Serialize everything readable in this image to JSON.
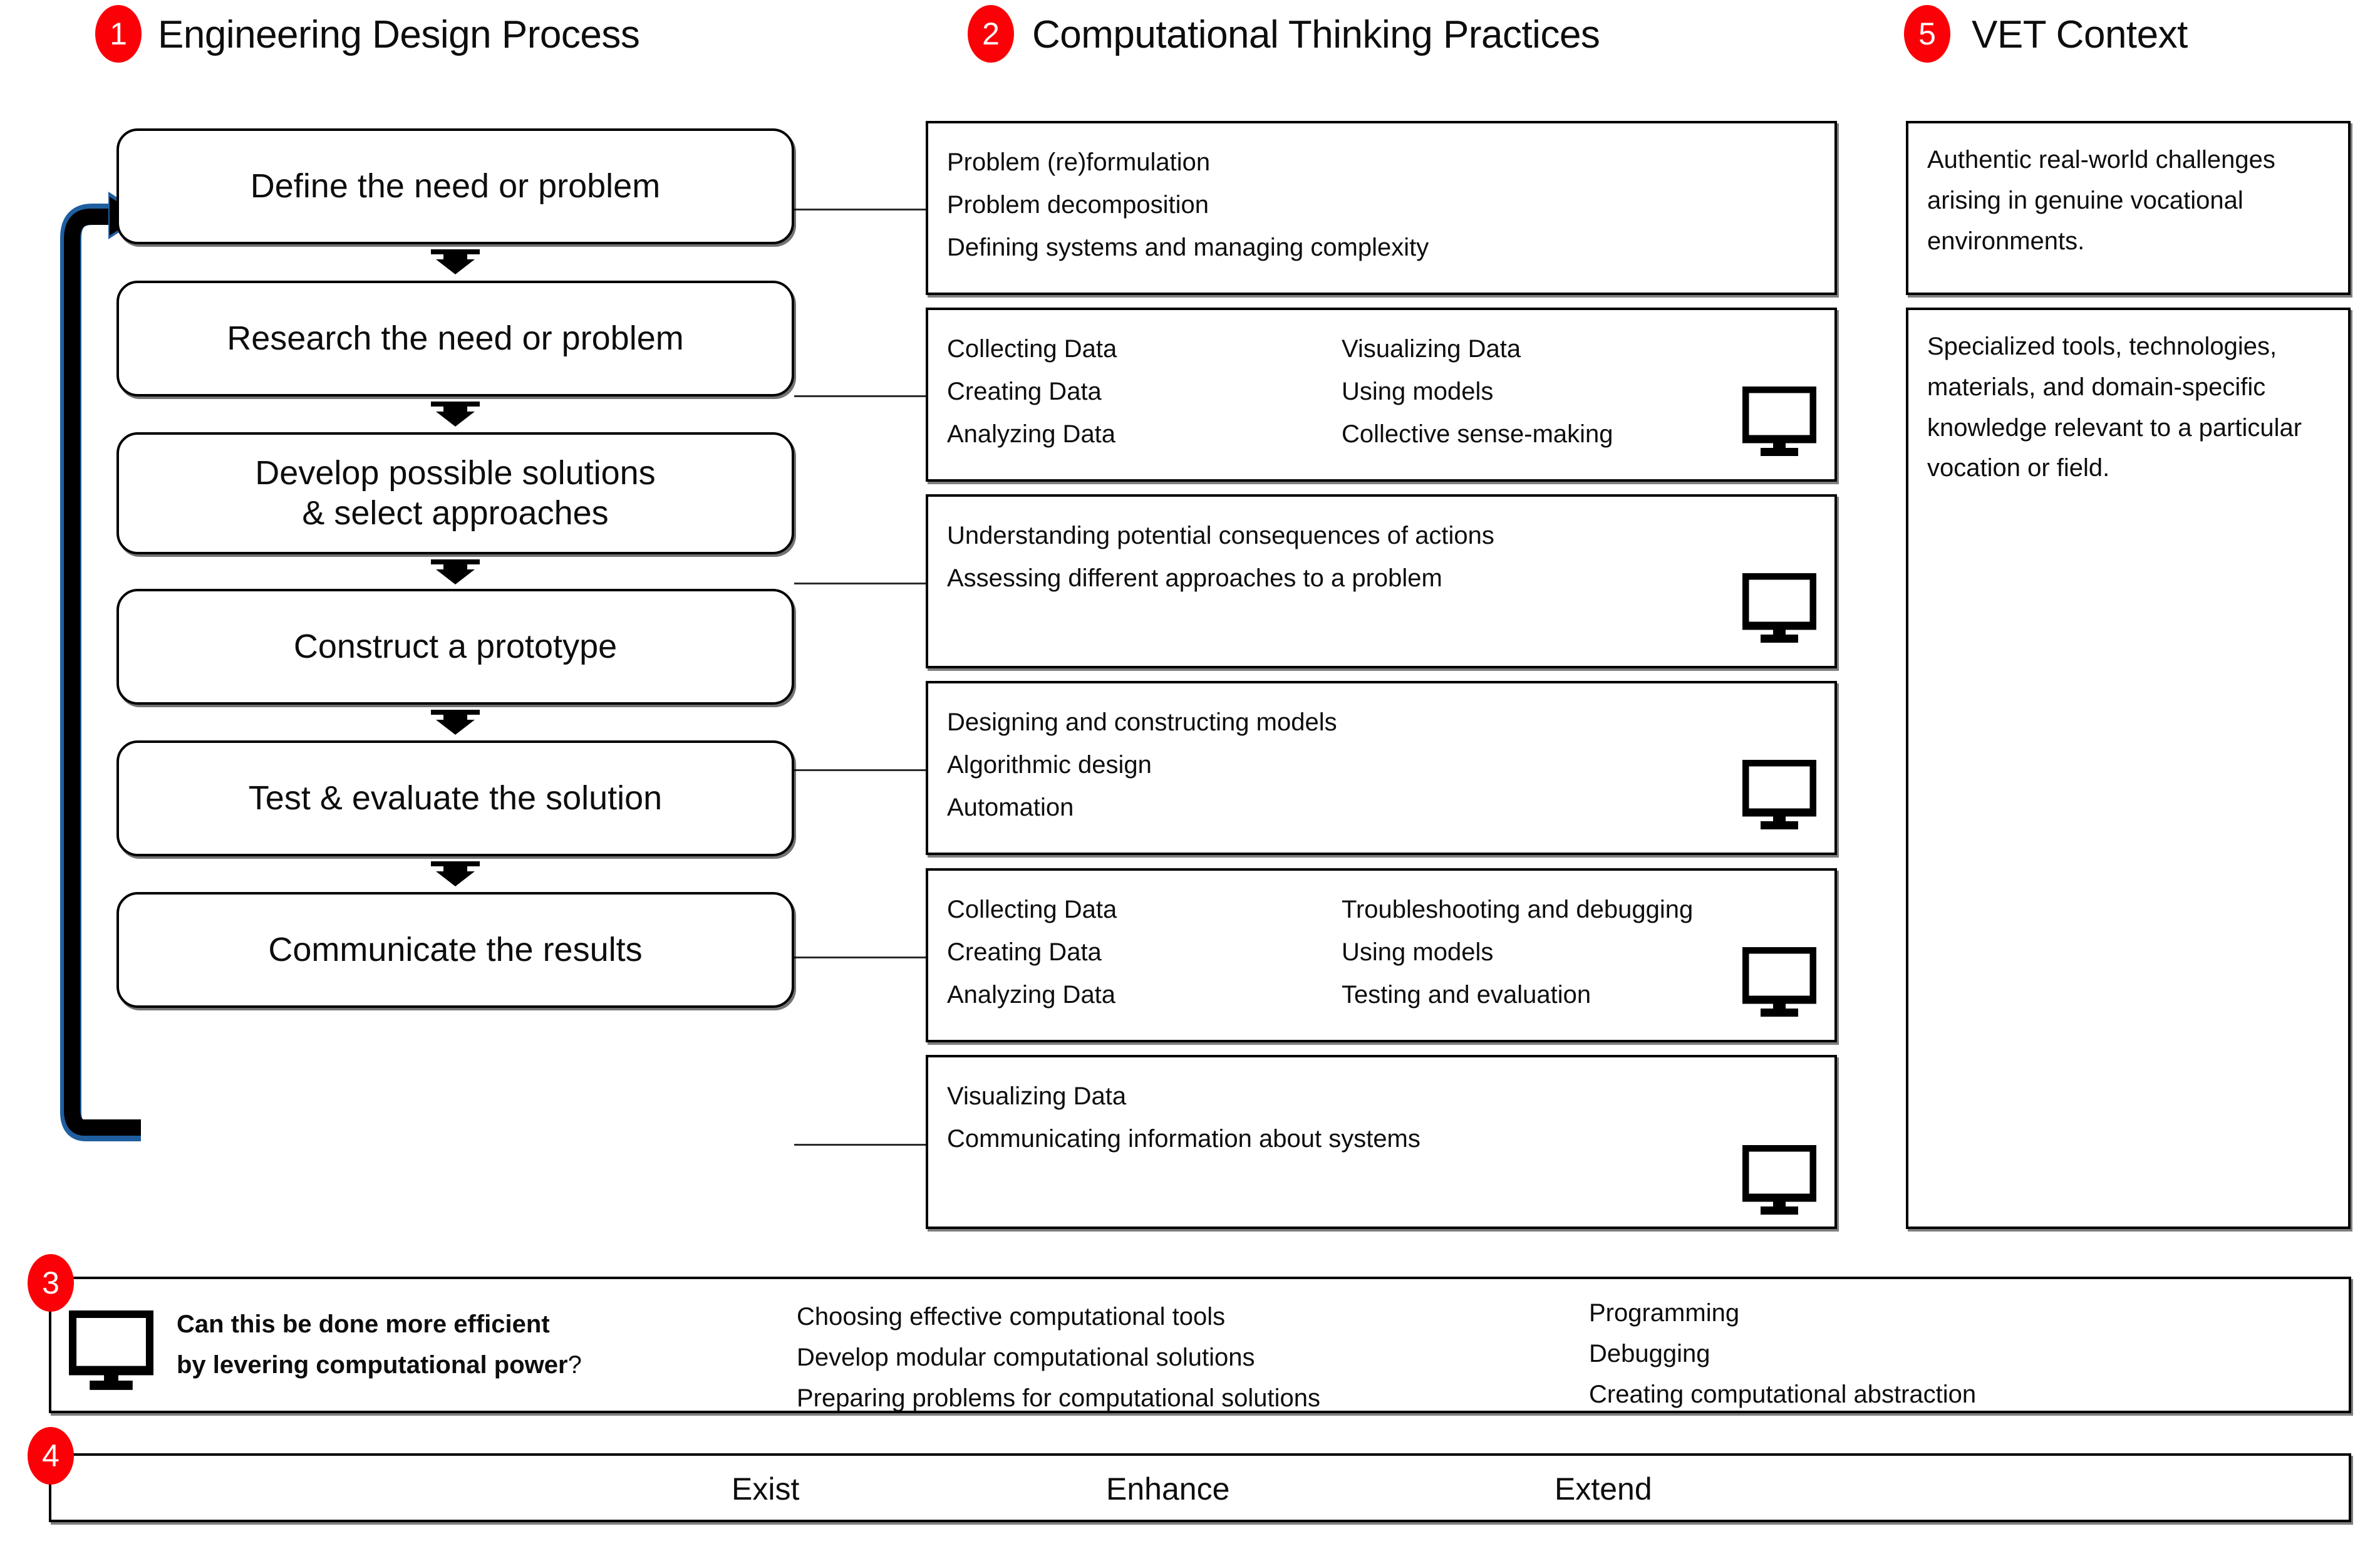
{
  "columns": {
    "edp": {
      "badge": "1",
      "title": "Engineering Design Process"
    },
    "ct": {
      "badge": "2",
      "title": "Computational Thinking Practices"
    },
    "vet": {
      "badge": "5",
      "title": "VET Context"
    }
  },
  "edp_steps": [
    {
      "line1": "Define the need or problem",
      "line2": ""
    },
    {
      "line1": "Research the need or problem",
      "line2": ""
    },
    {
      "line1": "Develop possible solutions",
      "line2": "& select approaches"
    },
    {
      "line1": "Construct a prototype",
      "line2": ""
    },
    {
      "line1": "Test & evaluate the solution",
      "line2": ""
    },
    {
      "line1": "Communicate the results",
      "line2": ""
    }
  ],
  "ct_boxes": [
    {
      "has_monitor": false,
      "col1": [
        "Problem (re)formulation",
        "Problem decomposition",
        "Defining systems and managing complexity"
      ],
      "col2": []
    },
    {
      "has_monitor": true,
      "col1": [
        "Collecting Data",
        "Creating Data",
        "Analyzing Data"
      ],
      "col2": [
        "Visualizing Data",
        "Using models",
        "Collective sense-making"
      ]
    },
    {
      "has_monitor": true,
      "col1": [
        "Understanding potential consequences of actions",
        "Assessing different approaches to a problem"
      ],
      "col2": []
    },
    {
      "has_monitor": true,
      "col1": [
        "Designing and constructing models",
        "Algorithmic design",
        "Automation"
      ],
      "col2": []
    },
    {
      "has_monitor": true,
      "col1": [
        "Collecting Data",
        "Creating Data",
        "Analyzing Data"
      ],
      "col2": [
        "Troubleshooting and debugging",
        "Using models",
        "Testing and evaluation"
      ]
    },
    {
      "has_monitor": true,
      "col1": [
        "Visualizing Data",
        "Communicating information about systems"
      ],
      "col2": []
    }
  ],
  "vet_boxes": [
    {
      "text": "Authentic real-world challenges arising in genuine vocational environments."
    },
    {
      "text": "Specialized tools, technologies, materials, and domain-specific knowledge relevant to a particular vocation or field."
    }
  ],
  "section3": {
    "badge": "3",
    "icon": "monitor-icon",
    "question_line1": "Can this be done more efficient",
    "question_line2": "by levering computational  power",
    "question_mark": "?",
    "col1": [
      "Choosing effective computational tools",
      "Develop modular computational solutions",
      "Preparing problems for computational solutions"
    ],
    "col2": [
      "Programming",
      "Debugging",
      "Creating computational abstraction"
    ]
  },
  "section4": {
    "badge": "4",
    "labels": [
      "Exist",
      "Enhance",
      "Extend"
    ]
  },
  "colors": {
    "badge_red": "#fb0007",
    "line_black": "#000000",
    "feedback_blue": "#1f5fa0",
    "text": "#0d0d0d"
  }
}
